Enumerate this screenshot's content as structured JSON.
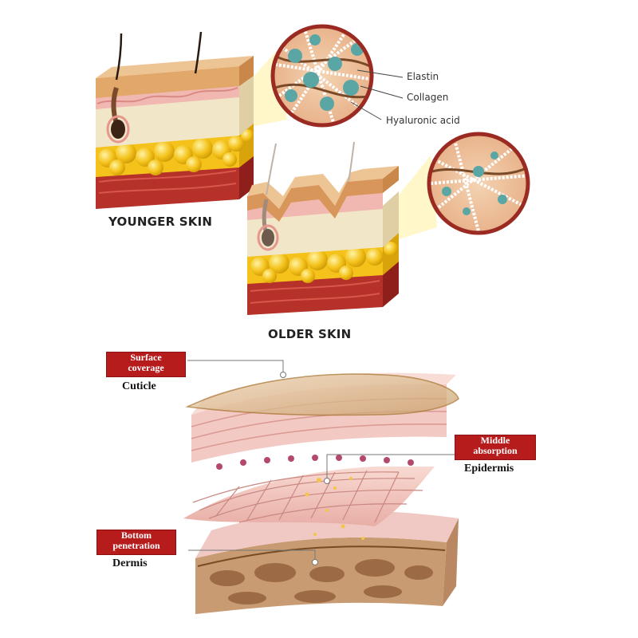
{
  "top": {
    "labels": {
      "elastin": "Elastin",
      "collagen": "Collagen",
      "hyaluronic": "Hyaluronic acid"
    },
    "younger_title": "YOUNGER SKIN",
    "older_title": "OLDER SKIN"
  },
  "bottom": {
    "surface": {
      "tag_line1": "Surface",
      "tag_line2": "coverage",
      "name": "Cuticle"
    },
    "middle": {
      "tag_line1": "Middle",
      "tag_line2": "absorption",
      "name": "Epidermis"
    },
    "bottomlayer": {
      "tag_line1": "Bottom",
      "tag_line2": "penetration",
      "name": "Dermis"
    }
  },
  "colors": {
    "accent_red": "#b71c1c",
    "fat_yellow": "#f4c21a",
    "muscle_red": "#b5312a",
    "skin_tan": "#e2b47f",
    "dermis_pink": "#f1c9c4",
    "collagen_teal": "#5aa6a5"
  }
}
